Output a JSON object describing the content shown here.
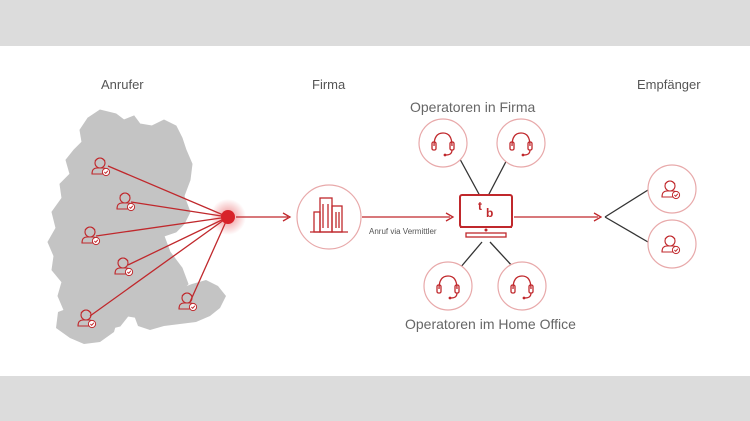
{
  "headings": {
    "callers": "Anrufer",
    "company": "Firma",
    "operators_office": "Operatoren in Firma",
    "recipients": "Empfänger",
    "operators_home": "Operatoren im Home Office"
  },
  "connection_label": "Anruf via Vermittler",
  "monitor_logo": {
    "t": "t",
    "b": "b"
  },
  "icons": {
    "caller": "person-check-icon",
    "company": "office-building-icon",
    "operator": "headset-icon",
    "switchboard": "computer-monitor-icon",
    "recipient": "person-check-icon",
    "hub": "red-dot-hub"
  },
  "colors": {
    "accent": "#c0282c",
    "map": "#c4c4c4",
    "line_dark": "#333333",
    "text": "#555555",
    "band": "#dcdcdc",
    "circle_border": "#e8a9aa"
  }
}
